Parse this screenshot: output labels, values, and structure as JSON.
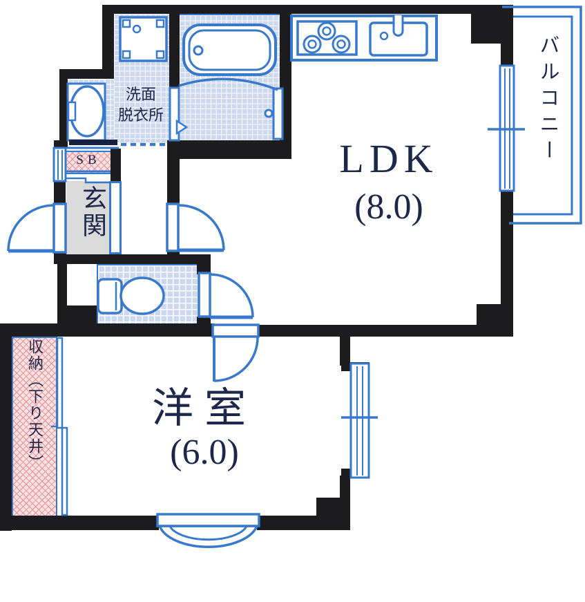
{
  "title": "1LDK floor plan",
  "colors": {
    "wall": "#1c1c1e",
    "line_blue": "#3879cc",
    "grid_fill": "#ccd8f0",
    "hatch_pink_fill": "#fbe2e3",
    "entrance_gray_fill": "#dadada",
    "text_navy": "#1c2749",
    "bar_navy": "#15213f"
  },
  "rooms": {
    "ldk": {
      "label": "LDK",
      "size": "(8.0)"
    },
    "western_room": {
      "label": "洋室",
      "size": "(6.0)"
    },
    "balcony": {
      "label": "バルコニー"
    },
    "entrance": {
      "label": "玄関"
    },
    "washroom": {
      "label_line1": "洗面",
      "label_line2": "脱衣所"
    },
    "shoe_box": {
      "label": "SB"
    },
    "storage": {
      "label": "収納（下り天井）"
    }
  }
}
